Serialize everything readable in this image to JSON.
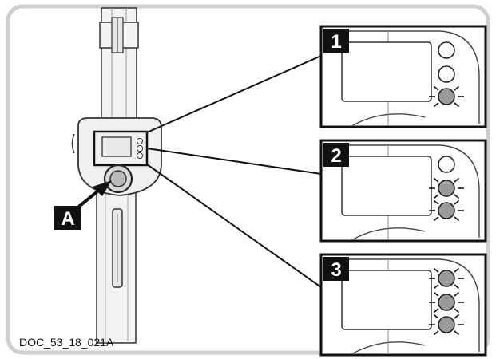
{
  "doc_code": "DOC_53_18_021A",
  "callout_letter": "A",
  "panels": [
    {
      "label": "1",
      "lit_leds": 1
    },
    {
      "label": "2",
      "lit_leds": 2
    },
    {
      "label": "3",
      "lit_leds": 3
    }
  ],
  "colors": {
    "frame": "#cfcfcf",
    "badge": "#111111",
    "line": "#111111",
    "device_fill": "#eeeeee",
    "led_lit": "#9a9a9a",
    "led_off": "#ffffff"
  }
}
